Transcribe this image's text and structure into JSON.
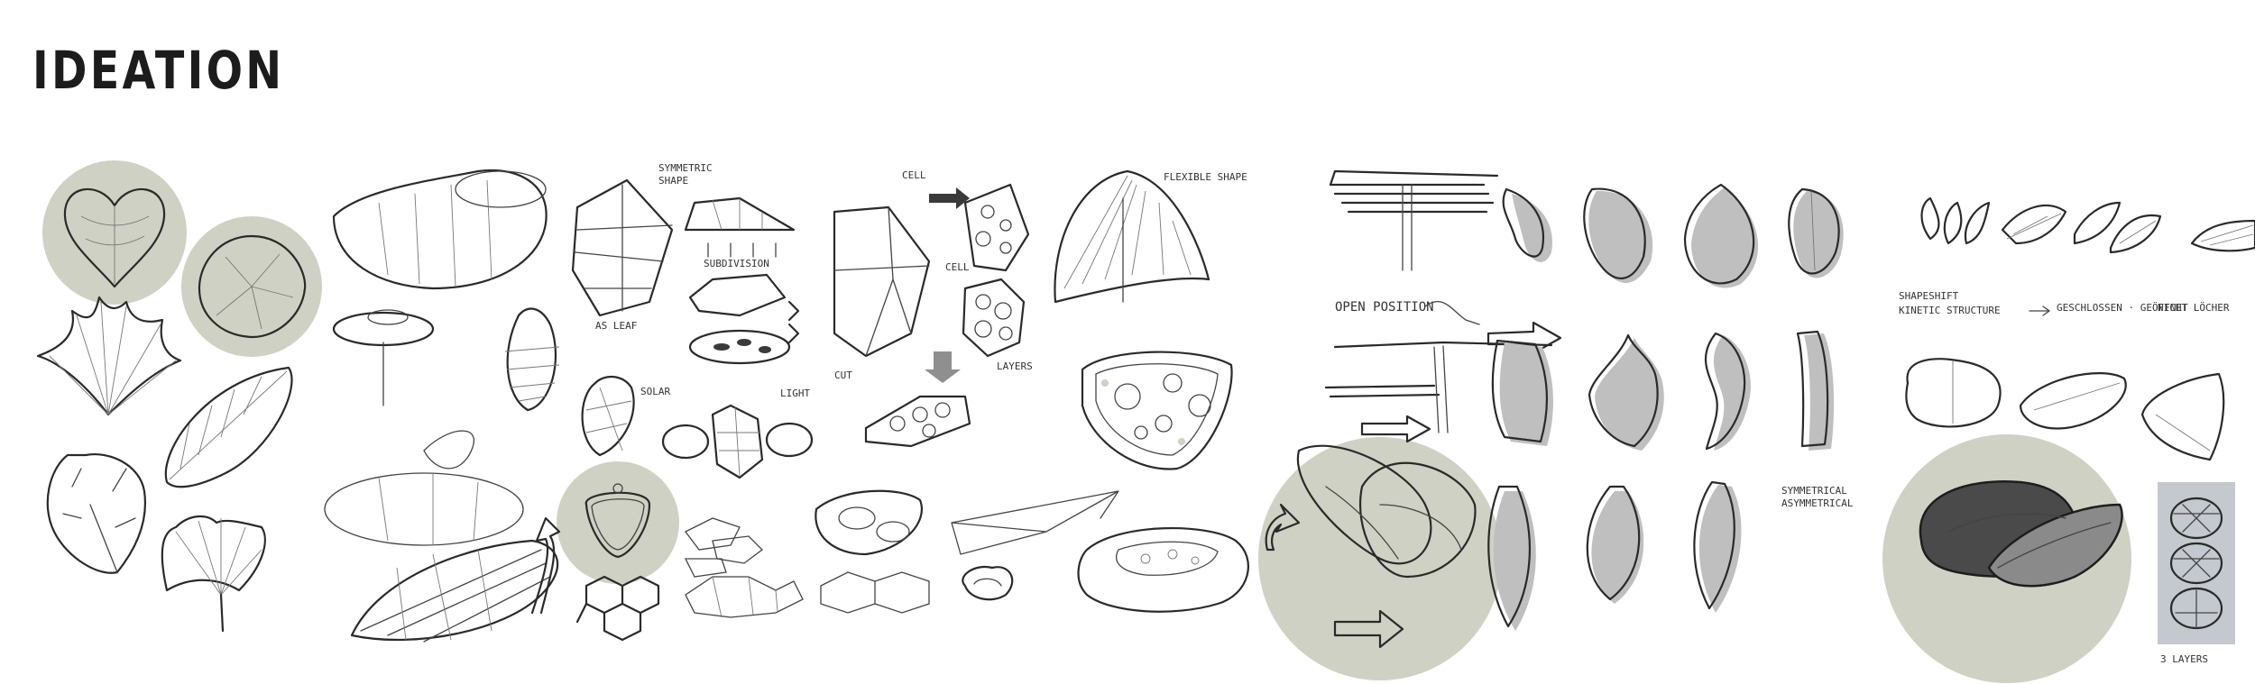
{
  "page": {
    "title": "IDEATION"
  },
  "annotations": {
    "open_position": "OPEN POSITION",
    "symmetrical": "SYMMETRICAL",
    "asymmetrical": "ASYMMETRICAL",
    "shape_shift": "SHAPESHIFT",
    "kinetic_structure": "KINETIC STRUCTURE",
    "geschlossen_geoeffnet": "GESCHLOSSEN · GEÖFFNET",
    "nicht_loecher": "NICHT LÖCHER",
    "three_layers": "3 LAYERS"
  },
  "colors": {
    "accent_disc": "#cfd1c4",
    "ink": "#2a2a2a",
    "background": "#ffffff"
  }
}
